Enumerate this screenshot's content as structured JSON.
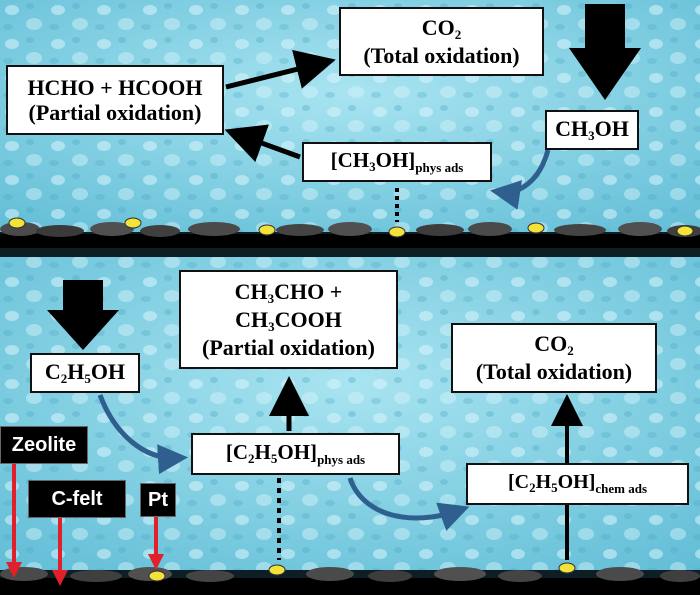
{
  "panels": {
    "methanol": {
      "co2": {
        "line1_main": "CO",
        "line1_sub": "2",
        "line2": "(Total oxidation)"
      },
      "partial": {
        "line1": "HCHO + HCOOH",
        "line2": "(Partial oxidation)"
      },
      "reactant": {
        "pre": "CH",
        "sub": "3",
        "post": "OH"
      },
      "phys_ads": {
        "pre": "[CH",
        "sub": "3",
        "post": "OH]",
        "state": "phys ads"
      }
    },
    "ethanol": {
      "reactant": {
        "a": "C",
        "s1": "2",
        "b": "H",
        "s2": "5",
        "c": "OH"
      },
      "partial": {
        "l1a": "CH",
        "l1s": "3",
        "l1b": "CHO +",
        "l2a": "CH",
        "l2s": "3",
        "l2b": "COOH",
        "l3": "(Partial oxidation)"
      },
      "co2": {
        "line1_main": "CO",
        "line1_sub": "2",
        "line2": "(Total oxidation)"
      },
      "phys_ads": {
        "a": "[C",
        "s1": "2",
        "b": "H",
        "s2": "5",
        "c": "OH]",
        "state": "phys ads"
      },
      "chem_ads": {
        "a": "[C",
        "s1": "2",
        "b": "H",
        "s2": "5",
        "c": "OH]",
        "state": "chem ads"
      }
    }
  },
  "legend": {
    "zeolite": "Zeolite",
    "cfelt": "C-felt",
    "pt": "Pt"
  },
  "colors": {
    "water": "#7ccfe3",
    "catalyst": "#4a4a4a",
    "pt_particle": "#f2e23a",
    "label_arrow": "#e0202a",
    "curve_arrow": "#2f5f8f"
  }
}
